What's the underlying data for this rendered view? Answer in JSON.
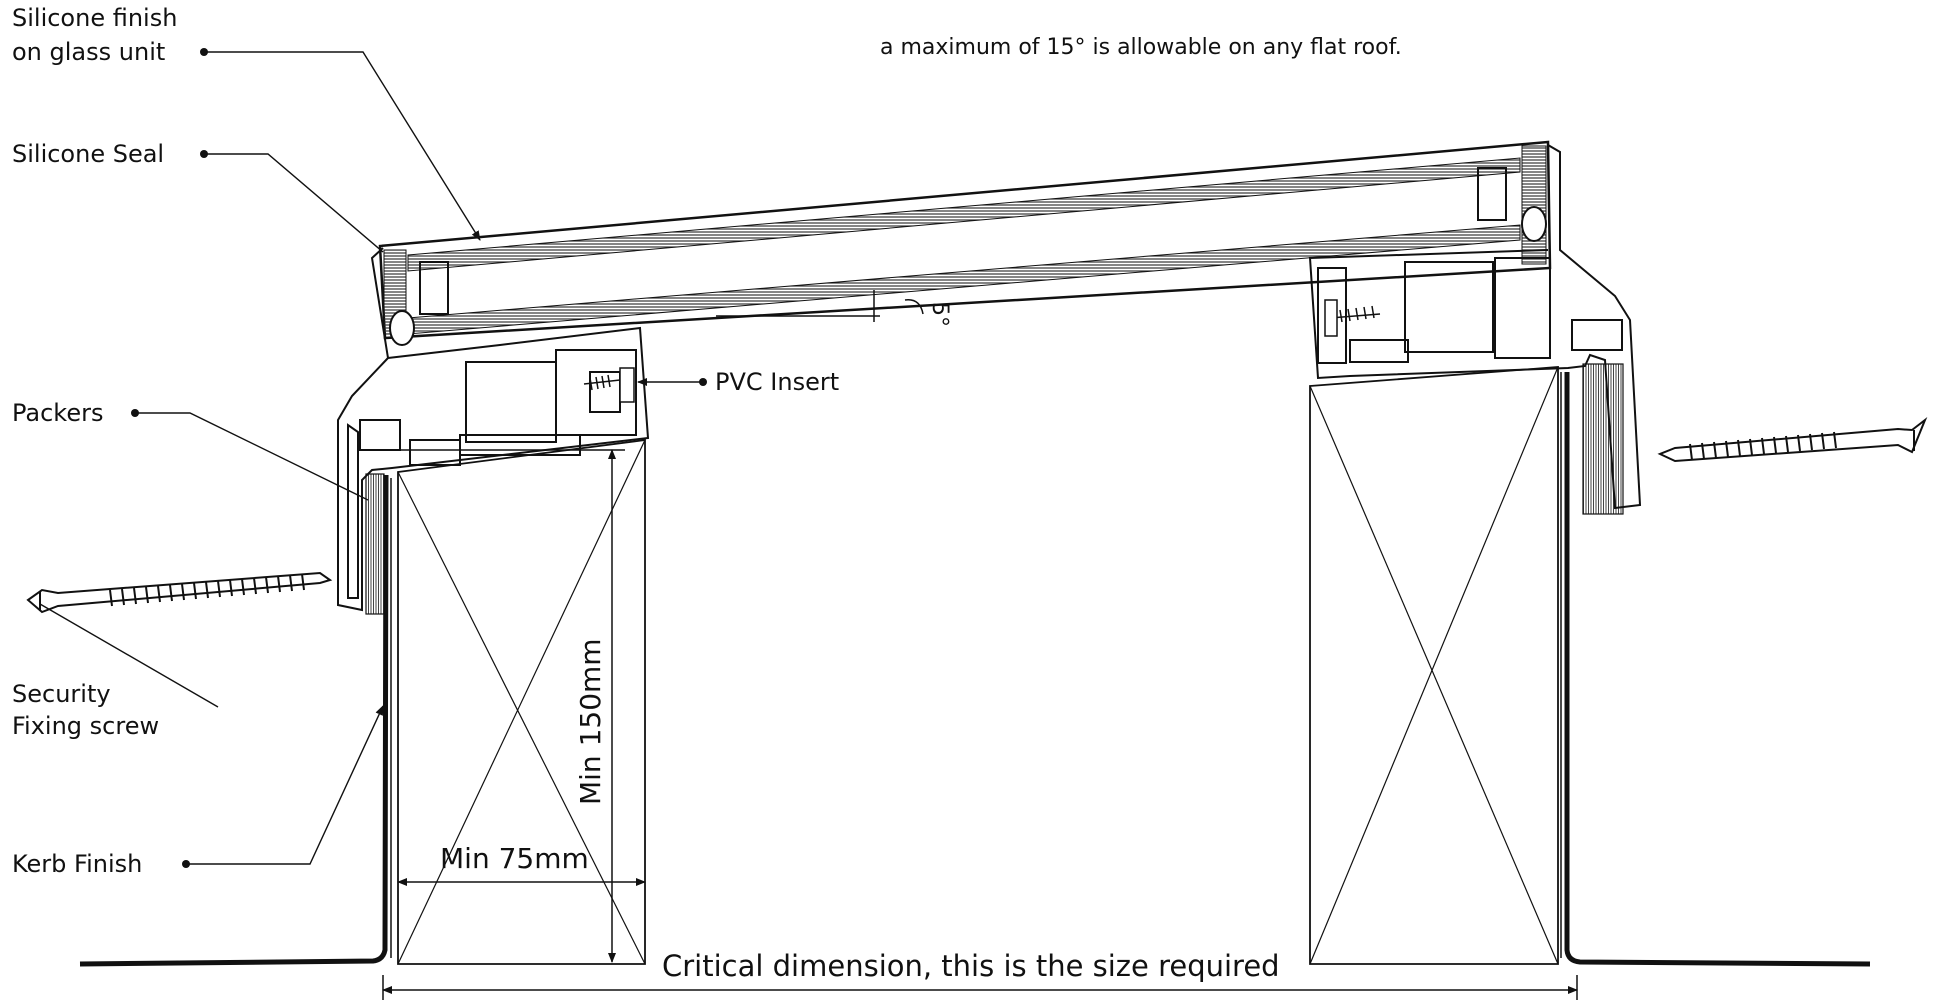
{
  "note": {
    "line": "a maximum of 15° is allowable on any flat roof."
  },
  "labels": {
    "silicone_finish_1": "Silicone finish",
    "silicone_finish_2": "on glass unit",
    "silicone_seal": "Silicone Seal",
    "packers": "Packers",
    "security_1": "Security",
    "security_2": "Fixing screw",
    "kerb_finish": "Kerb Finish",
    "pvc_insert": "PVC Insert"
  },
  "dimensions": {
    "angle": "5°",
    "min_height": "Min 150mm",
    "min_width": "Min 75mm",
    "critical": "Critical dimension, this is the size required"
  },
  "colors": {
    "line": "#111111",
    "background": "#ffffff"
  }
}
